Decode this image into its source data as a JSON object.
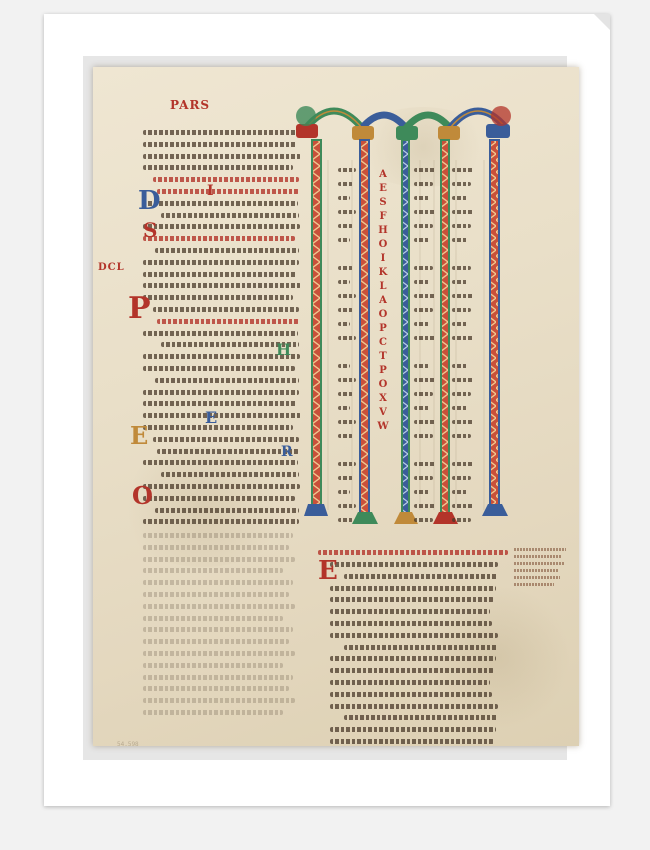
{
  "artwork": {
    "heading": "PARS",
    "margin_numeral": "DCL",
    "shelfmark": "54.598"
  },
  "colors": {
    "parchment": "#e9dfc8",
    "ink": "#3a2e22",
    "rubric_red": "#b3342a",
    "column_green": "#3e8a5a",
    "column_blue": "#3a5d9a",
    "gold_ochre": "#c08a3a"
  },
  "initials": [
    {
      "name": "initial-I",
      "letter": "I",
      "color": "#b3342a"
    },
    {
      "name": "initial-D",
      "letter": "D",
      "color": "#3a5d9a"
    },
    {
      "name": "initial-S",
      "letter": "S",
      "color": "#b3342a"
    },
    {
      "name": "initial-P",
      "letter": "P",
      "color": "#b3342a"
    },
    {
      "name": "initial-H",
      "letter": "H",
      "color": "#3e8a5a"
    },
    {
      "name": "initial-E-small",
      "letter": "E",
      "color": "#3a5d9a"
    },
    {
      "name": "initial-E-left",
      "letter": "E",
      "color": "#c08a3a"
    },
    {
      "name": "initial-O",
      "letter": "O",
      "color": "#b3342a"
    },
    {
      "name": "initial-E-lower",
      "letter": "E",
      "color": "#b3342a"
    },
    {
      "name": "initial-R",
      "letter": "R",
      "color": "#3a5d9a"
    }
  ],
  "canon_table": {
    "central_letters": [
      "A",
      "E",
      "S",
      "F",
      "H",
      "O",
      "I",
      "K",
      "L",
      "A",
      "O",
      "P",
      "C",
      "T",
      "P",
      "O",
      "X",
      "V",
      "W"
    ]
  }
}
